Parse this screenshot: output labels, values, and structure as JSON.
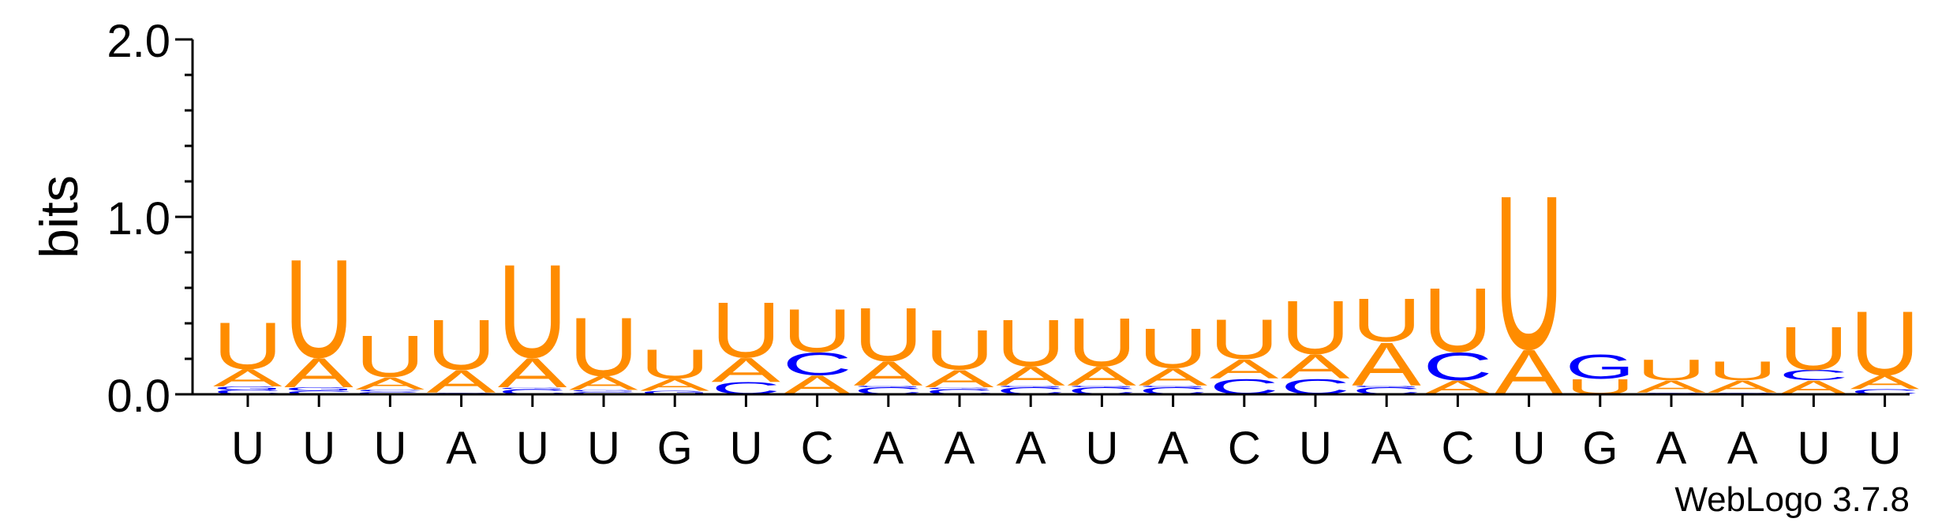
{
  "chart_data": {
    "type": "sequence-logo",
    "ylabel": "bits",
    "ylim": [
      0,
      2.0
    ],
    "y_ticks": [
      "0.0",
      "1.0",
      "2.0"
    ],
    "x_tick_labels": [
      "U",
      "U",
      "U",
      "A",
      "U",
      "U",
      "G",
      "U",
      "C",
      "A",
      "A",
      "A",
      "U",
      "A",
      "C",
      "U",
      "A",
      "C",
      "U",
      "G",
      "A",
      "A",
      "U",
      "U"
    ],
    "colors": {
      "A": "#ff8c00",
      "U": "#ff8c00",
      "C": "#0000ff",
      "G": "#0000ff"
    },
    "positions": [
      {
        "stack": [
          [
            "C",
            0.025
          ],
          [
            "G",
            0.02
          ],
          [
            "A",
            0.1
          ],
          [
            "U",
            0.27
          ]
        ]
      },
      {
        "stack": [
          [
            "C",
            0.02
          ],
          [
            "G",
            0.02
          ],
          [
            "A",
            0.17
          ],
          [
            "U",
            0.57
          ]
        ]
      },
      {
        "stack": [
          [
            "G",
            0.015
          ],
          [
            "C",
            0.012
          ],
          [
            "A",
            0.07
          ],
          [
            "U",
            0.24
          ]
        ]
      },
      {
        "stack": [
          [
            "C",
            0.01
          ],
          [
            "A",
            0.13
          ],
          [
            "U",
            0.29
          ]
        ]
      },
      {
        "stack": [
          [
            "C",
            0.03
          ],
          [
            "G",
            0.01
          ],
          [
            "A",
            0.17
          ],
          [
            "U",
            0.54
          ]
        ]
      },
      {
        "stack": [
          [
            "C",
            0.015
          ],
          [
            "G",
            0.01
          ],
          [
            "A",
            0.08
          ],
          [
            "U",
            0.34
          ]
        ]
      },
      {
        "stack": [
          [
            "G",
            0.02
          ],
          [
            "A",
            0.07
          ],
          [
            "U",
            0.17
          ]
        ]
      },
      {
        "stack": [
          [
            "C",
            0.07
          ],
          [
            "A",
            0.14
          ],
          [
            "U",
            0.32
          ]
        ]
      },
      {
        "stack": [
          [
            "A",
            0.11
          ],
          [
            "C",
            0.13
          ],
          [
            "U",
            0.25
          ]
        ]
      },
      {
        "stack": [
          [
            "C",
            0.04
          ],
          [
            "G",
            0.01
          ],
          [
            "A",
            0.14
          ],
          [
            "U",
            0.31
          ]
        ]
      },
      {
        "stack": [
          [
            "C",
            0.03
          ],
          [
            "G",
            0.01
          ],
          [
            "A",
            0.1
          ],
          [
            "U",
            0.23
          ]
        ]
      },
      {
        "stack": [
          [
            "C",
            0.04
          ],
          [
            "G",
            0.01
          ],
          [
            "A",
            0.11
          ],
          [
            "U",
            0.27
          ]
        ]
      },
      {
        "stack": [
          [
            "C",
            0.04
          ],
          [
            "G",
            0.01
          ],
          [
            "A",
            0.11
          ],
          [
            "U",
            0.28
          ]
        ]
      },
      {
        "stack": [
          [
            "C",
            0.04
          ],
          [
            "G",
            0.01
          ],
          [
            "A",
            0.1
          ],
          [
            "U",
            0.23
          ]
        ]
      },
      {
        "stack": [
          [
            "C",
            0.09
          ],
          [
            "A",
            0.11
          ],
          [
            "U",
            0.23
          ]
        ]
      },
      {
        "stack": [
          [
            "C",
            0.09
          ],
          [
            "A",
            0.14
          ],
          [
            "U",
            0.31
          ]
        ]
      },
      {
        "stack": [
          [
            "C",
            0.04
          ],
          [
            "G",
            0.01
          ],
          [
            "A",
            0.25
          ],
          [
            "U",
            0.25
          ]
        ]
      },
      {
        "stack": [
          [
            "A",
            0.08
          ],
          [
            "C",
            0.16
          ],
          [
            "U",
            0.37
          ]
        ]
      },
      {
        "stack": [
          [
            "A",
            0.26
          ],
          [
            "U",
            0.89
          ]
        ]
      },
      {
        "stack": [
          [
            "U",
            0.09
          ],
          [
            "G",
            0.14
          ]
        ]
      },
      {
        "stack": [
          [
            "C",
            0.01
          ],
          [
            "A",
            0.07
          ],
          [
            "U",
            0.12
          ]
        ]
      },
      {
        "stack": [
          [
            "C",
            0.01
          ],
          [
            "A",
            0.07
          ],
          [
            "U",
            0.11
          ]
        ]
      },
      {
        "stack": [
          [
            "A",
            0.08
          ],
          [
            "C",
            0.06
          ],
          [
            "U",
            0.25
          ]
        ]
      },
      {
        "stack": [
          [
            "C",
            0.03
          ],
          [
            "A",
            0.08
          ],
          [
            "U",
            0.37
          ]
        ]
      }
    ]
  },
  "footer": {
    "credit": "WebLogo 3.7.8"
  }
}
